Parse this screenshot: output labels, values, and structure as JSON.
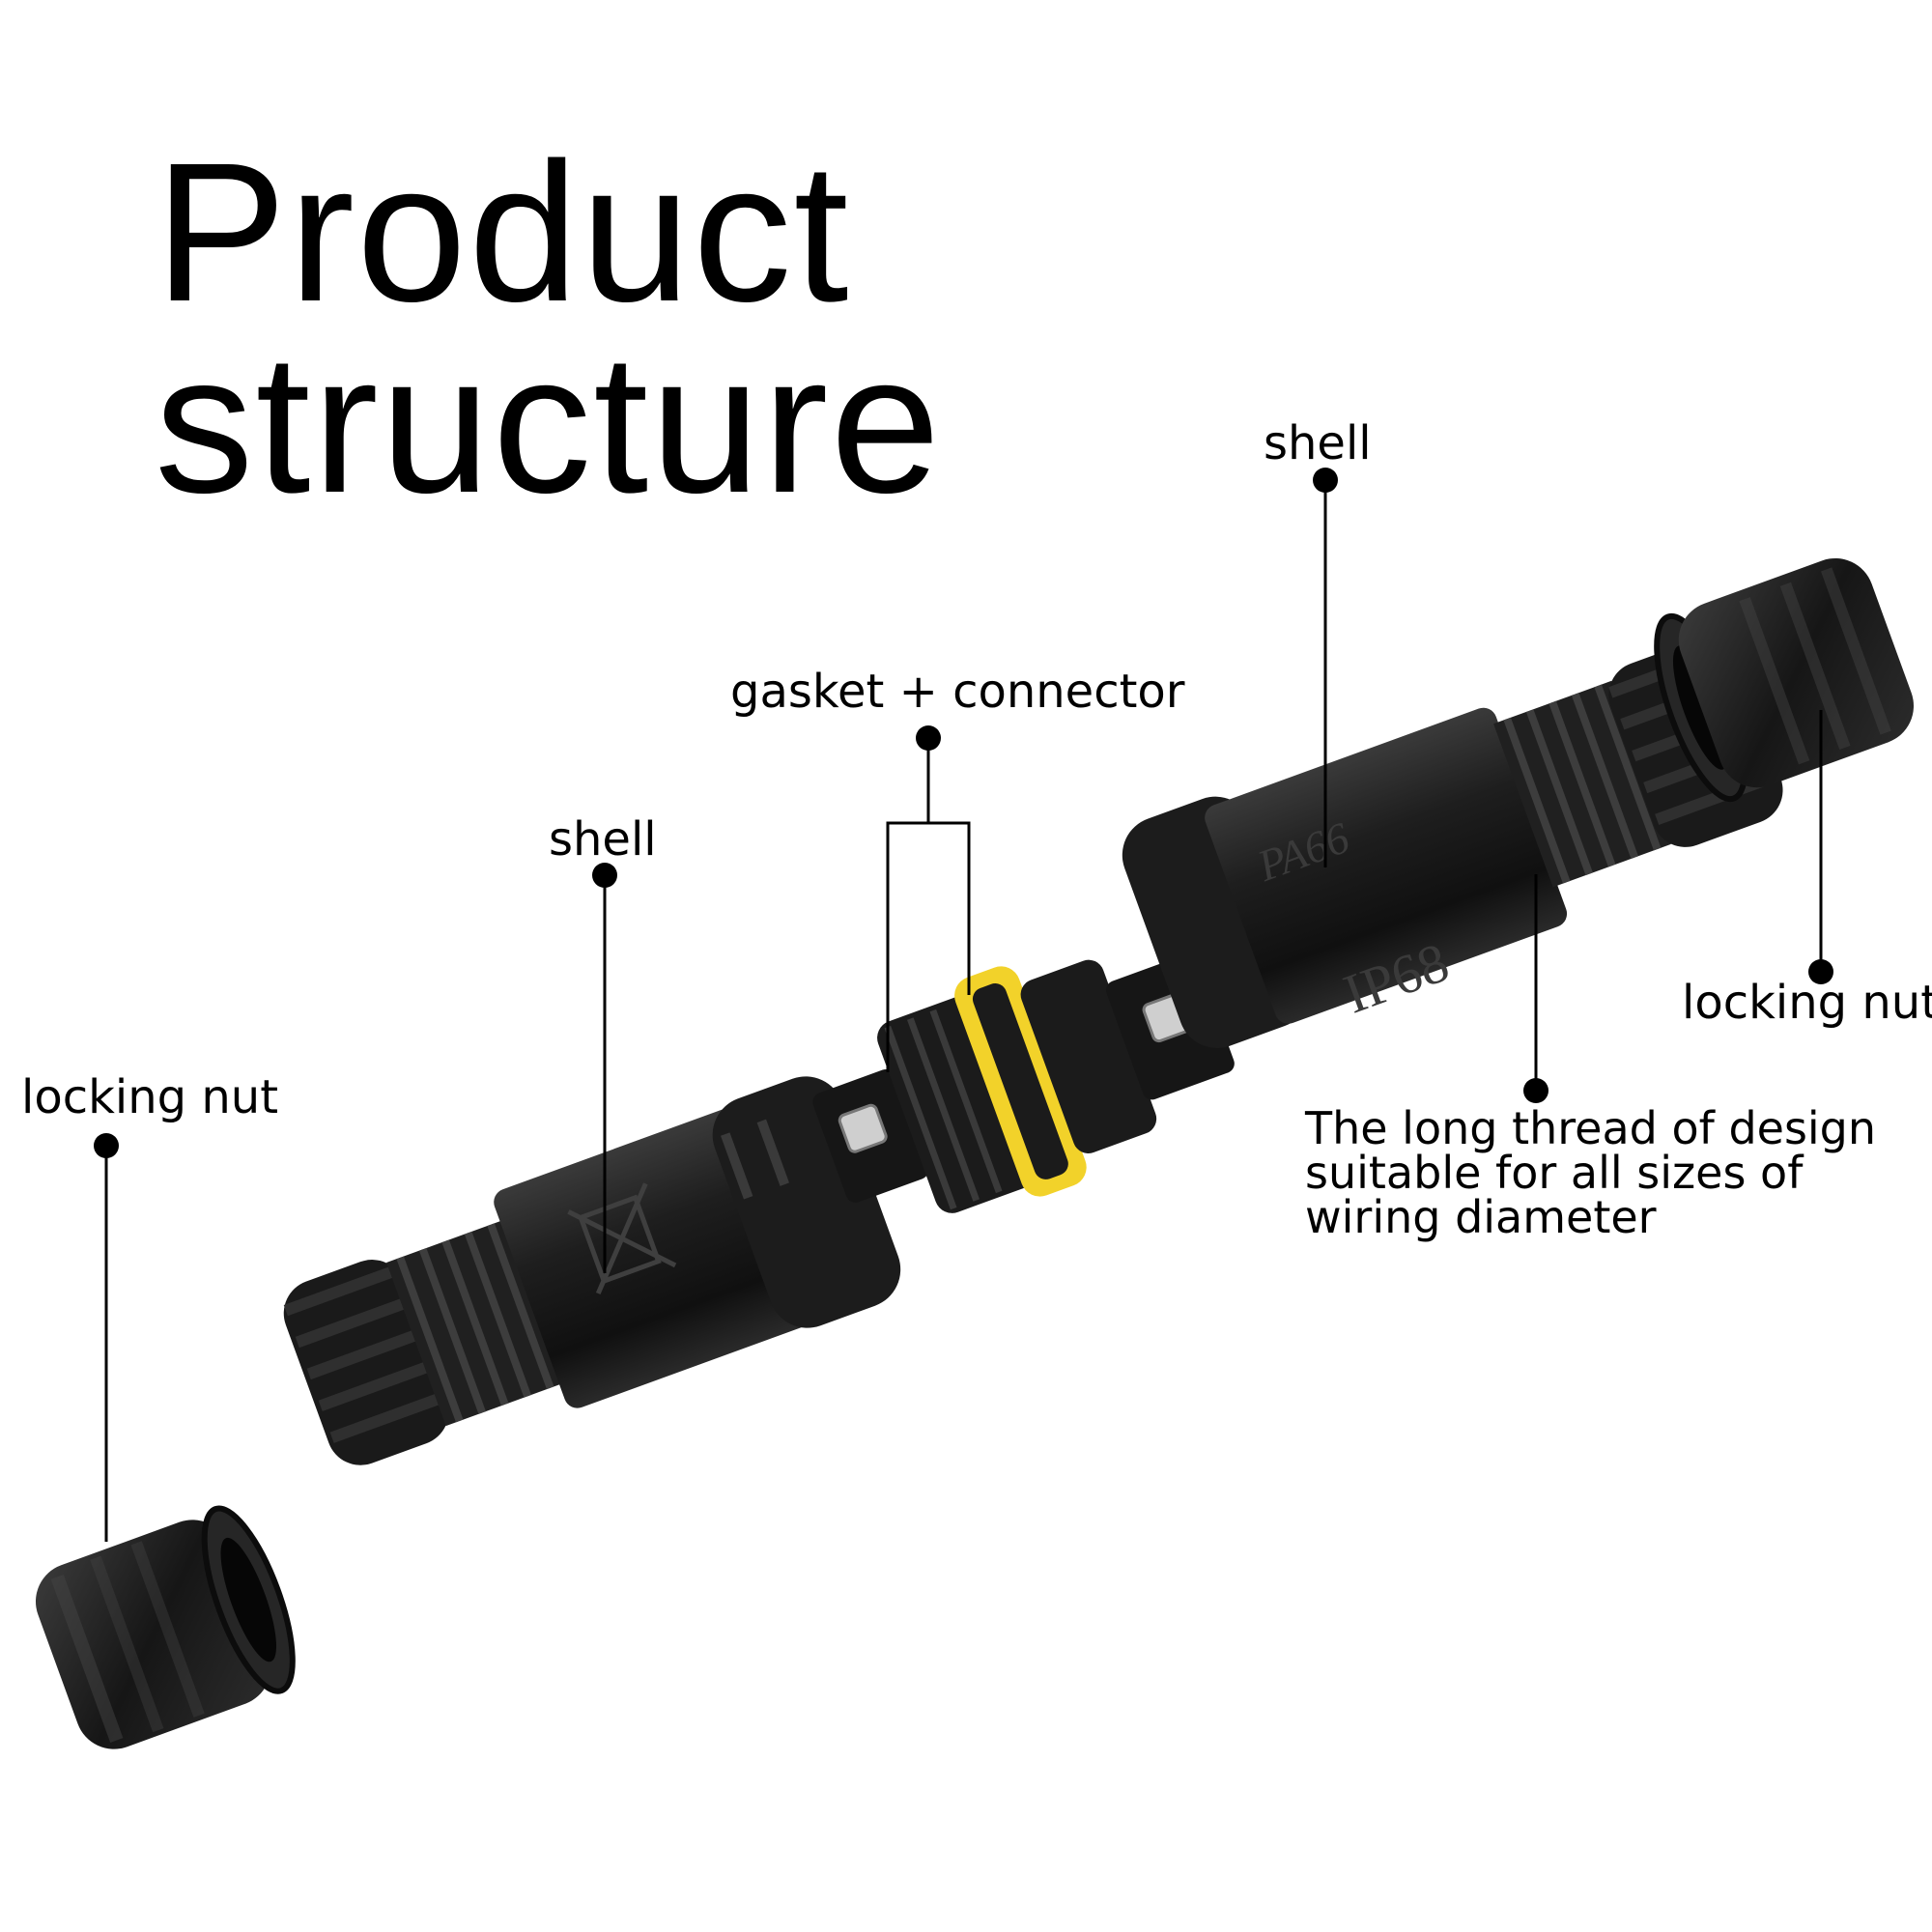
{
  "title": {
    "line1": "Product",
    "line2": "structure"
  },
  "labels": {
    "shell_top": "shell",
    "gasket_connector": "gasket + connector",
    "shell_left": "shell",
    "locking_nut_left": "locking nut",
    "locking_nut_right": "locking nut"
  },
  "note": {
    "line1": "The long thread of design",
    "line2": "suitable for all sizes of",
    "line3": "wiring diameter"
  },
  "embossed_marks": {
    "material": "PA66",
    "rating": "IP68"
  },
  "colors": {
    "background": "#ffffff",
    "text": "#000000",
    "plastic": "#1b1b1b",
    "gasket": "#f2d22a",
    "screw": "#cfcfcf"
  }
}
